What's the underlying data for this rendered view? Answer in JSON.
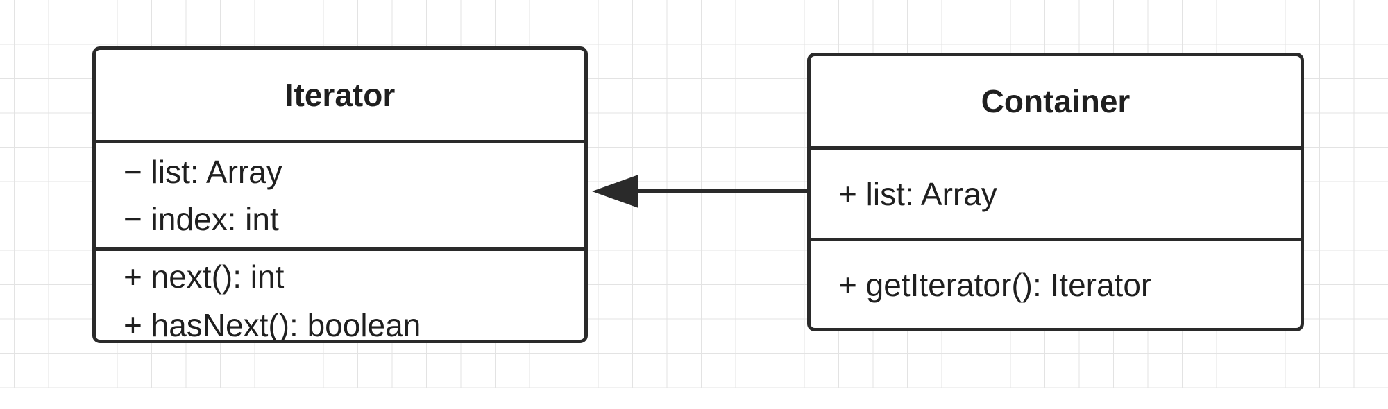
{
  "colors": {
    "border": "#2a2a2a",
    "grid": "#e3e3e3",
    "text": "#1f1f1f"
  },
  "classes": [
    {
      "name": "Iterator",
      "attributes": [
        "− list: Array",
        "− index: int"
      ],
      "operations": [
        "+ next(): int",
        "+ hasNext(): boolean"
      ]
    },
    {
      "name": "Container",
      "attributes": [
        "+ list: Array"
      ],
      "operations": [
        "+ getIterator(): Iterator"
      ]
    }
  ],
  "relations": [
    {
      "type": "association",
      "from": "Container",
      "to": "Iterator"
    }
  ]
}
